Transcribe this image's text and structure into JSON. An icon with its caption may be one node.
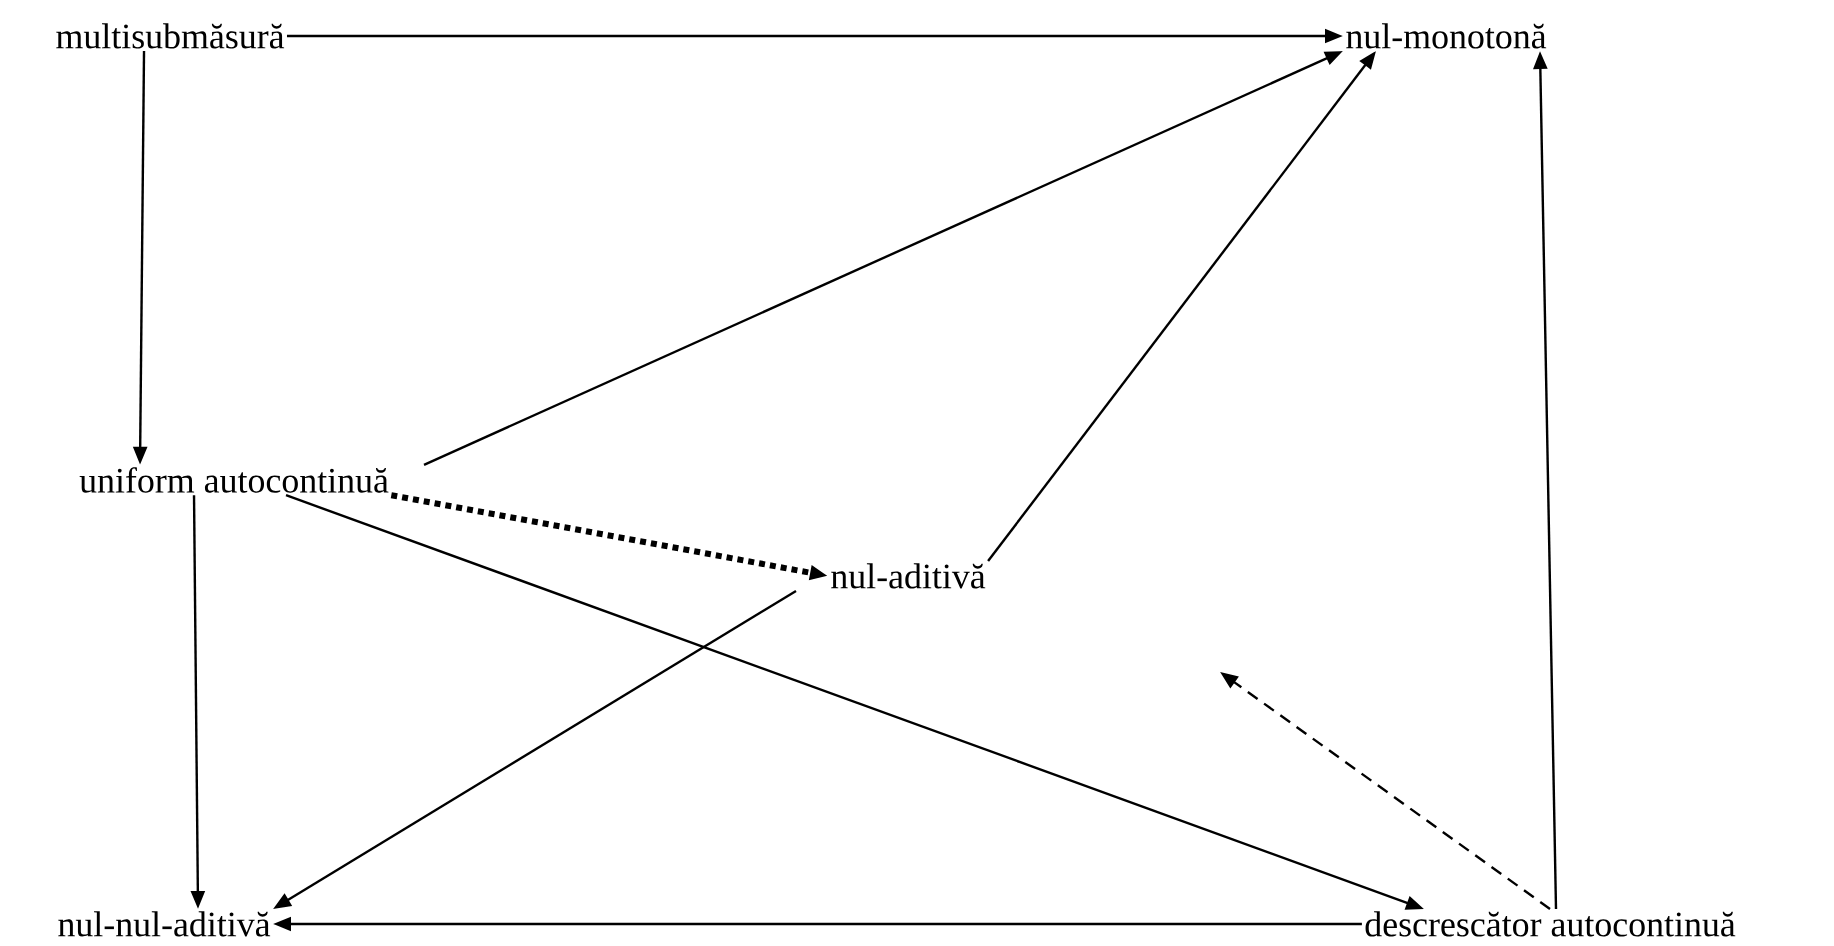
{
  "diagram": {
    "nodes": [
      {
        "text": [
          "multisubmăsură"
        ]
      },
      {
        "text": [
          "nul-monotonă"
        ]
      },
      {
        "text": [
          "uniform autocontinuă"
        ]
      },
      {
        "text": [
          "nul-aditivă"
        ]
      },
      {
        "text": [
          "nul-nul-aditivă"
        ]
      },
      {
        "text": [
          "descrescător autocontinuă"
        ]
      }
    ],
    "edges": [
      {
        "from": 0,
        "to": 1,
        "arrow": "to"
      },
      {
        "from": 0,
        "to": 2,
        "arrow": "to"
      },
      {
        "from": 2,
        "to": 1,
        "arrow": "to"
      },
      {
        "from": 3,
        "to": 1,
        "arrow": "to"
      },
      {
        "from": 5,
        "to": 1,
        "arrow": "to"
      },
      {
        "from": 2,
        "to": 3,
        "arrow": "to",
        "style": "dashed"
      },
      {
        "from": 2,
        "to": 5,
        "arrow": "to"
      },
      {
        "from": 3,
        "to": 4,
        "arrow": "to"
      },
      {
        "from": 2,
        "to": 4,
        "arrow": "to"
      },
      {
        "from": 5,
        "to": 4,
        "arrow": "to"
      },
      {
        "from": 5,
        "to": null,
        "arrow": "to",
        "style": "dashed"
      }
    ]
  }
}
